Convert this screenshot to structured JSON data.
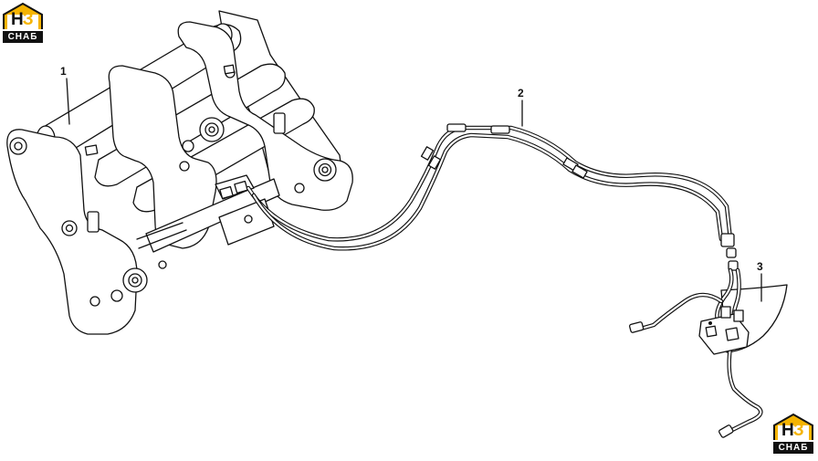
{
  "logo": {
    "letters": "Н",
    "digit": "З",
    "band_text": "СНАБ",
    "accent": "#f5b400"
  },
  "callouts": [
    {
      "label": "1"
    },
    {
      "label": "2"
    },
    {
      "label": "3"
    }
  ]
}
